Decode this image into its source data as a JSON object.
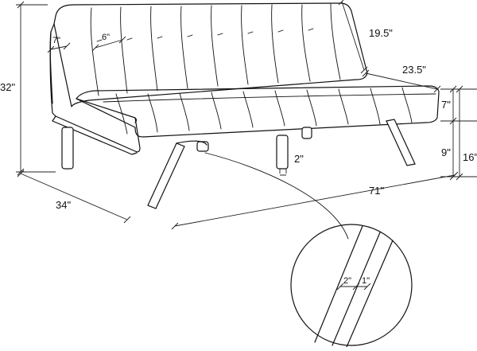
{
  "dimensions": {
    "height": "32\"",
    "depth": "34\"",
    "width": "71\"",
    "back_recline": "19.5\"",
    "seat_depth": "23.5\"",
    "seat_thickness": "7\"",
    "leg_clearance": "9\"",
    "seat_height": "16\"",
    "leg_diameter": "2\"",
    "arm_width": "7\"",
    "tuft_width": "6\"",
    "detail_leg_width": "2\"",
    "detail_leg_thickness": "1\""
  }
}
